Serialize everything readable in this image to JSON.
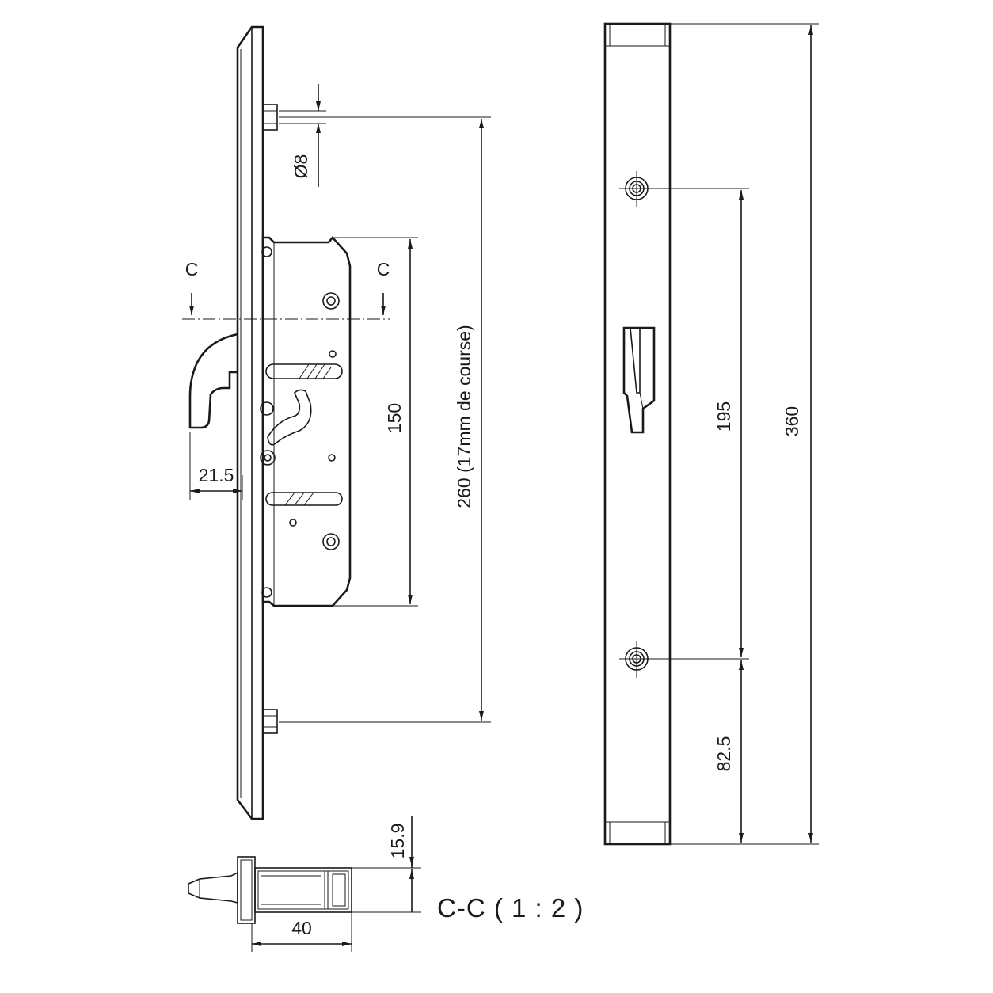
{
  "dimensions": {
    "pin_diameter": "Ø8",
    "case_height": "150",
    "bolt_spacing": "260 (17mm de course)",
    "hook_projection": "21.5",
    "strike_hole_spacing": "195",
    "strike_length": "360",
    "strike_hole_offset": "82.5",
    "section_height": "15.9",
    "section_width": "40"
  },
  "section": {
    "marker_left": "C",
    "marker_right": "C",
    "caption": "C-C ( 1 : 2 )"
  }
}
